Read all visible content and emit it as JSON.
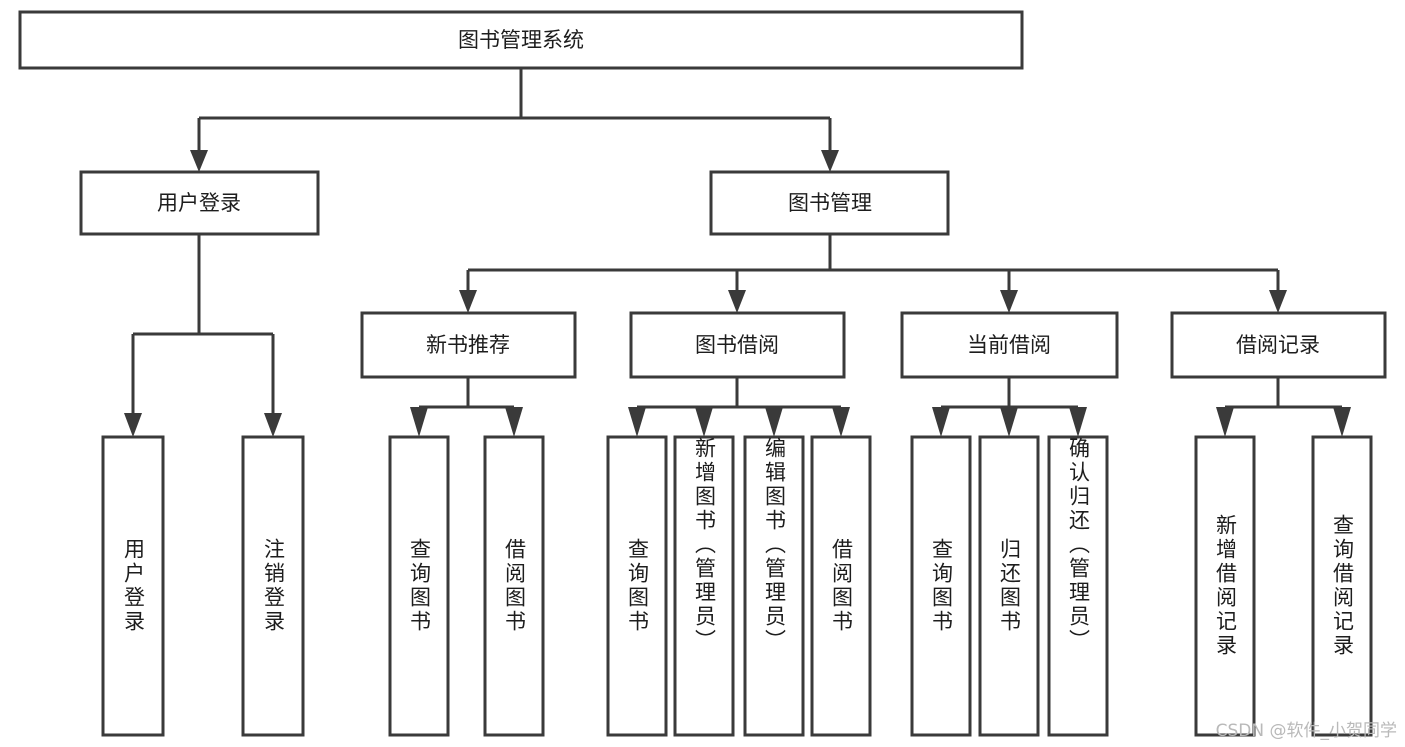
{
  "diagram": {
    "type": "tree",
    "title": "图书管理系统",
    "watermark": "CSDN @软件_小贺同学",
    "colors": {
      "stroke": "#3a3a3a",
      "fill": "#ffffff",
      "text": "#1d1d1d",
      "watermark": "#b9b9b9",
      "background": "#ffffff"
    },
    "root": {
      "label": "图书管理系统"
    },
    "level1": [
      {
        "label": "用户登录"
      },
      {
        "label": "图书管理"
      }
    ],
    "level2": [
      {
        "label": "新书推荐"
      },
      {
        "label": "图书借阅"
      },
      {
        "label": "当前借阅"
      },
      {
        "label": "借阅记录"
      }
    ],
    "leaves": {
      "user_login": [
        {
          "label": "用户登录"
        },
        {
          "label": "注销登录"
        }
      ],
      "new_book_recommend": [
        {
          "label": "查询图书"
        },
        {
          "label": "借阅图书"
        }
      ],
      "book_borrow": [
        {
          "label": "查询图书"
        },
        {
          "label": "新增图书（管理员）"
        },
        {
          "label": "编辑图书（管理员）"
        },
        {
          "label": "借阅图书"
        }
      ],
      "current_borrow": [
        {
          "label": "查询图书"
        },
        {
          "label": "归还图书"
        },
        {
          "label": "确认归还（管理员）"
        }
      ],
      "borrow_record": [
        {
          "label": "新增借阅记录"
        },
        {
          "label": "查询借阅记录"
        }
      ]
    }
  }
}
